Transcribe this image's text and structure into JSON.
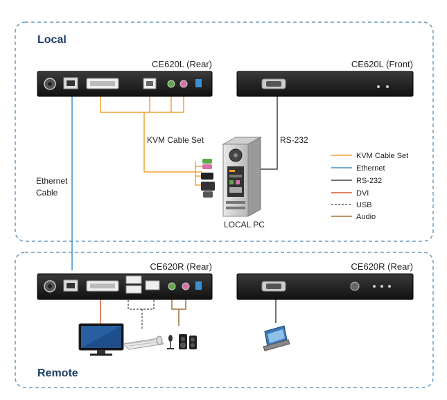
{
  "zones": {
    "local": "Local",
    "remote": "Remote"
  },
  "devices": {
    "local_rear": "CE620L (Rear)",
    "local_front": "CE620L (Front)",
    "remote_rear": "CE620R (Rear)",
    "remote_front": "CE620R (Rear)",
    "local_pc": "LOCAL PC"
  },
  "labels": {
    "kvm_cable_set": "KVM Cable Set",
    "rs232": "RS-232",
    "ethernet_line1": "Ethernet",
    "ethernet_line2": "Cable"
  },
  "legend": [
    {
      "label": "KVM Cable Set",
      "color": "#f0a030",
      "dashed": false
    },
    {
      "label": "Ethernet",
      "color": "#3d8fd1",
      "dashed": false
    },
    {
      "label": "RS-232",
      "color": "#444444",
      "dashed": false
    },
    {
      "label": "DVI",
      "color": "#d9582b",
      "dashed": false
    },
    {
      "label": "USB",
      "color": "#444444",
      "dashed": true
    },
    {
      "label": "Audio",
      "color": "#a0703a",
      "dashed": false
    }
  ],
  "colors": {
    "zone_border": "#6a9bbf",
    "device_body": "#1c1c1c",
    "kvm": "#f0a030",
    "ethernet": "#3d8fd1",
    "rs232": "#444444",
    "dvi": "#d9582b",
    "usb": "#444444",
    "audio": "#a0703a"
  }
}
